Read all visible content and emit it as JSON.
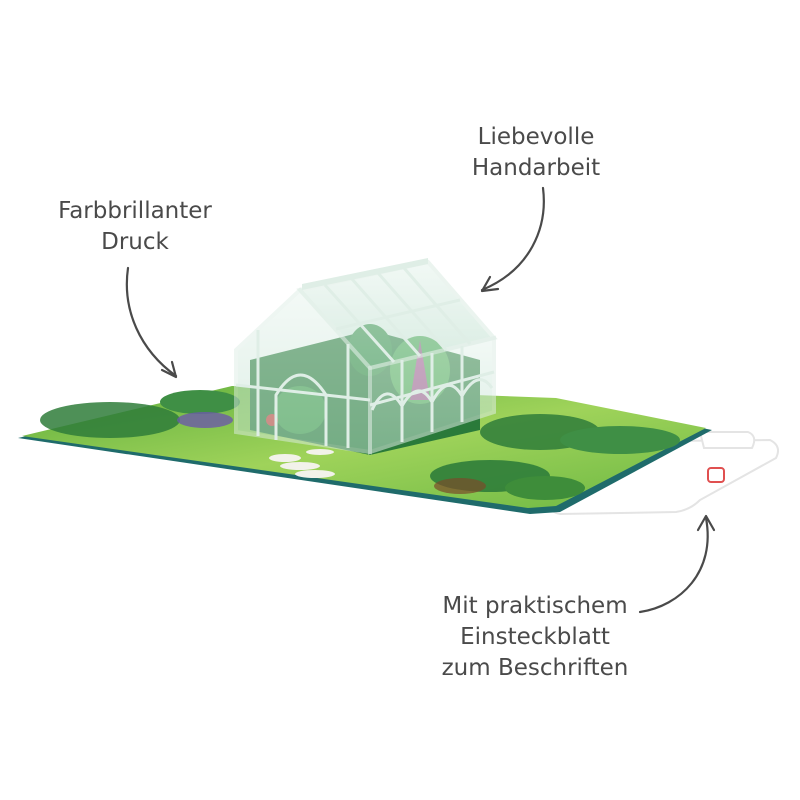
{
  "annotations": {
    "print": {
      "lines": [
        "Farbbrillanter",
        "Druck"
      ]
    },
    "craft": {
      "lines": [
        "Liebevolle",
        "Handarbeit"
      ]
    },
    "insert": {
      "lines": [
        "Mit praktischem",
        "Einsteckblatt",
        "zum Beschriften"
      ]
    }
  },
  "colors": {
    "text": "#4a4a4a",
    "arrow": "#4a4a4a",
    "frame": "#dfeee6",
    "lawn": "#7cc04a",
    "foliage": "#2f7d3a"
  }
}
